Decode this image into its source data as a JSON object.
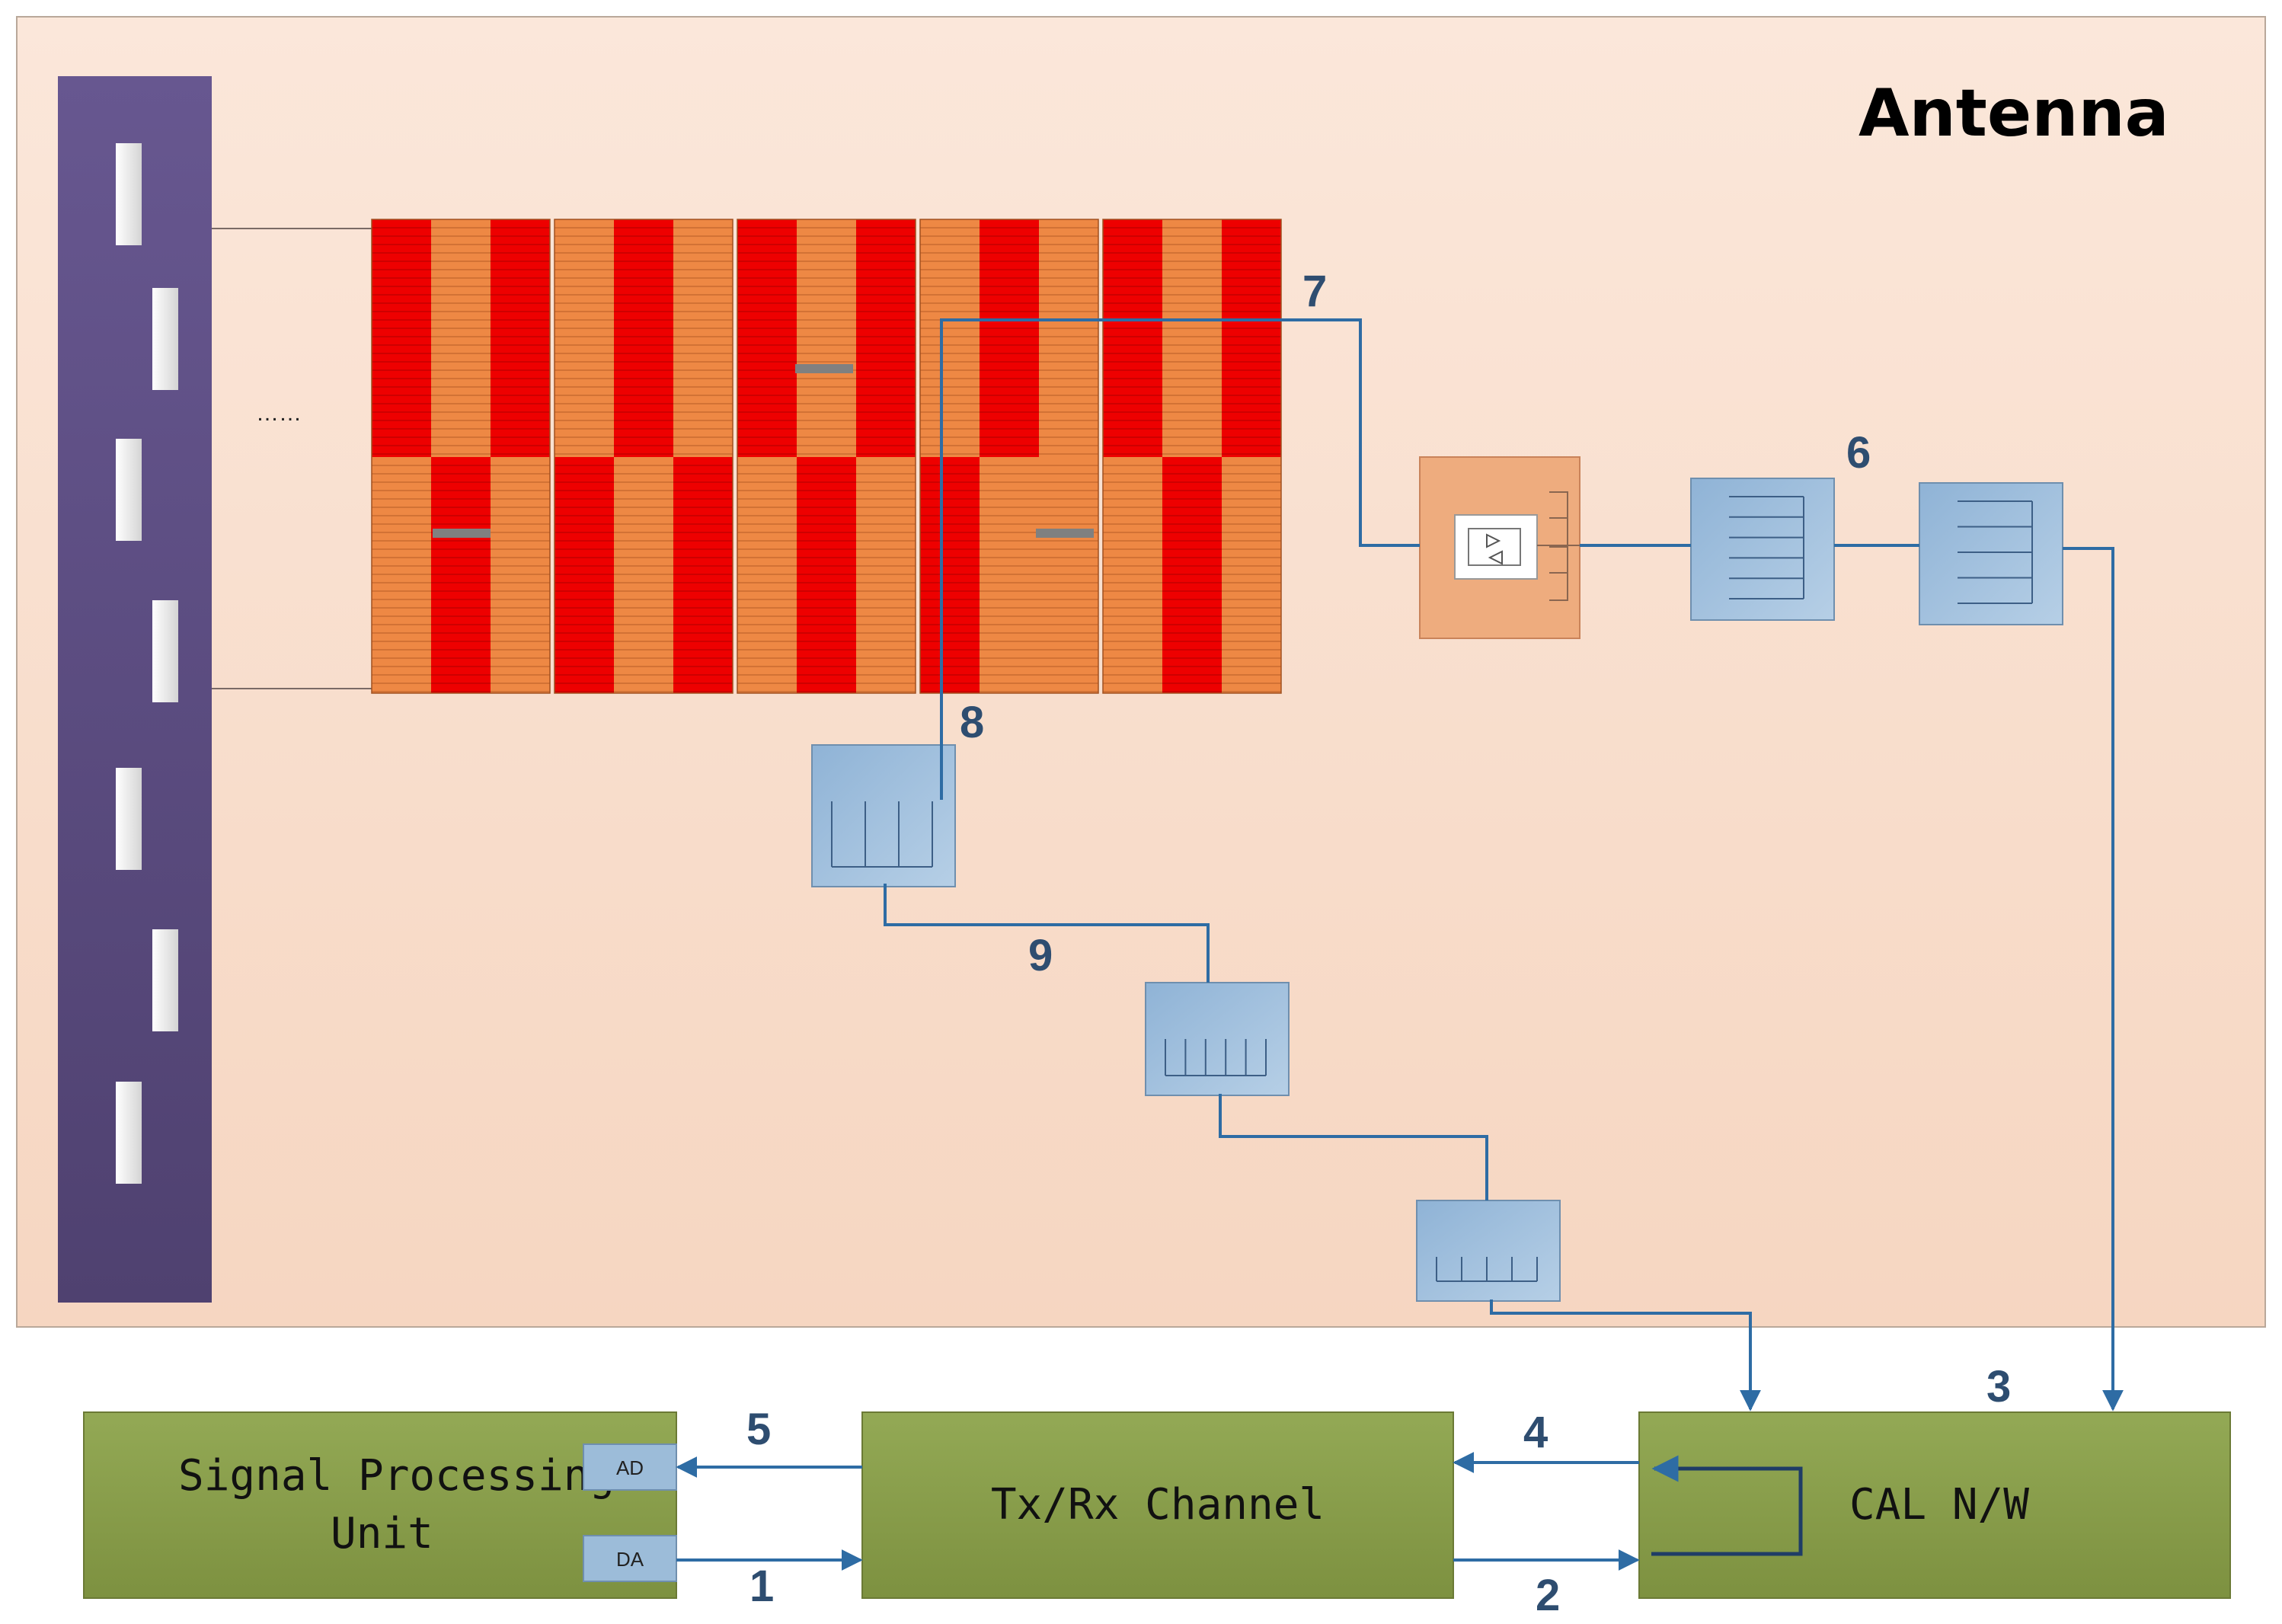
{
  "antenna": {
    "title": "Antenna",
    "ellipsis": "……"
  },
  "paths": {
    "p1": "1",
    "p2": "2",
    "p3": "3",
    "p4": "4",
    "p5": "5",
    "p6": "6",
    "p7": "7",
    "p8": "8",
    "p9": "9"
  },
  "units": {
    "signal_processing_line1": "Signal Processing",
    "signal_processing_line2": "Unit",
    "ad": "AD",
    "da": "DA",
    "txrx": "Tx/Rx Channel",
    "cal": "CAL N/W"
  },
  "colors": {
    "antenna_bg": "#f9e3d3",
    "bar": "#5a4b80",
    "element_red": "#ee0000",
    "element_orange": "#ee8844",
    "module_green": "#8a9e4a",
    "divider_blue": "#9cbcd9",
    "line_blue": "#2e6ca4"
  }
}
